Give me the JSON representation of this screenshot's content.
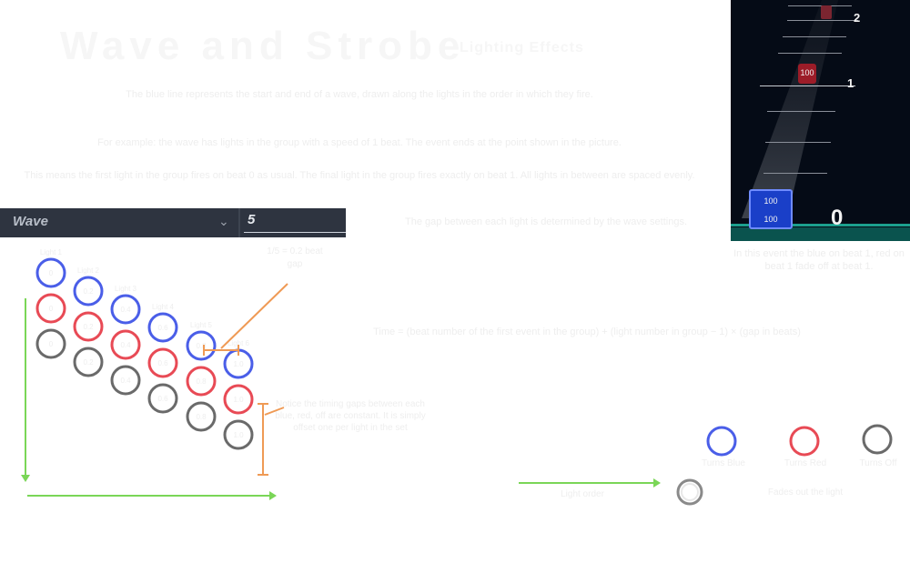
{
  "header": {
    "title_large": "Wave and Strobe",
    "title_small": "Lighting Effects",
    "intro": "The blue line represents the start and end of a wave, drawn along the lights in the order in which they fire.",
    "example": "For example: the wave has lights in the group with a speed of 1 beat. The event ends at the point shown in the picture.",
    "explanation": "This means the first light in the group fires on beat 0 as usual. The final light in the group fires exactly on beat 1. All lights in between are spaced evenly.",
    "gap_note": "The gap between each light is determined by the wave settings.",
    "game_caption": "In this event the blue on beat 1, red on beat 1 fade off at beat 1.",
    "formula": "Time = (beat number of the first event in the group) + (light number in group − 1) × (gap in beats)"
  },
  "wave_control": {
    "label": "Wave",
    "value": "5"
  },
  "game_view": {
    "beat_numbers": [
      "0",
      "1",
      "2"
    ],
    "note_values": [
      "100",
      "100",
      "100"
    ]
  },
  "diagram": {
    "light_labels": [
      "Light 1",
      "Light 2",
      "Light 3",
      "Light 4",
      "Light 5",
      "Light 6"
    ],
    "time_labels": [
      "0",
      "0.2",
      "0.4",
      "0.6",
      "0.8",
      "1.0"
    ],
    "gap_note": "1/5 = 0.2 beat gap",
    "timing_note": "Notice the timing gaps between each blue, red, off are constant. It is simply offset one per light in the set",
    "colors": {
      "blue": "#4a5ee8",
      "red": "#e84a55",
      "off": "#6a6a6a",
      "green": "#7ad657",
      "orange": "#ef9a55"
    }
  },
  "legend": {
    "items": [
      "Turns Blue",
      "Turns Red",
      "Turns Off"
    ],
    "arrow_label": "Light order",
    "fade_label": "Fades out the light"
  }
}
